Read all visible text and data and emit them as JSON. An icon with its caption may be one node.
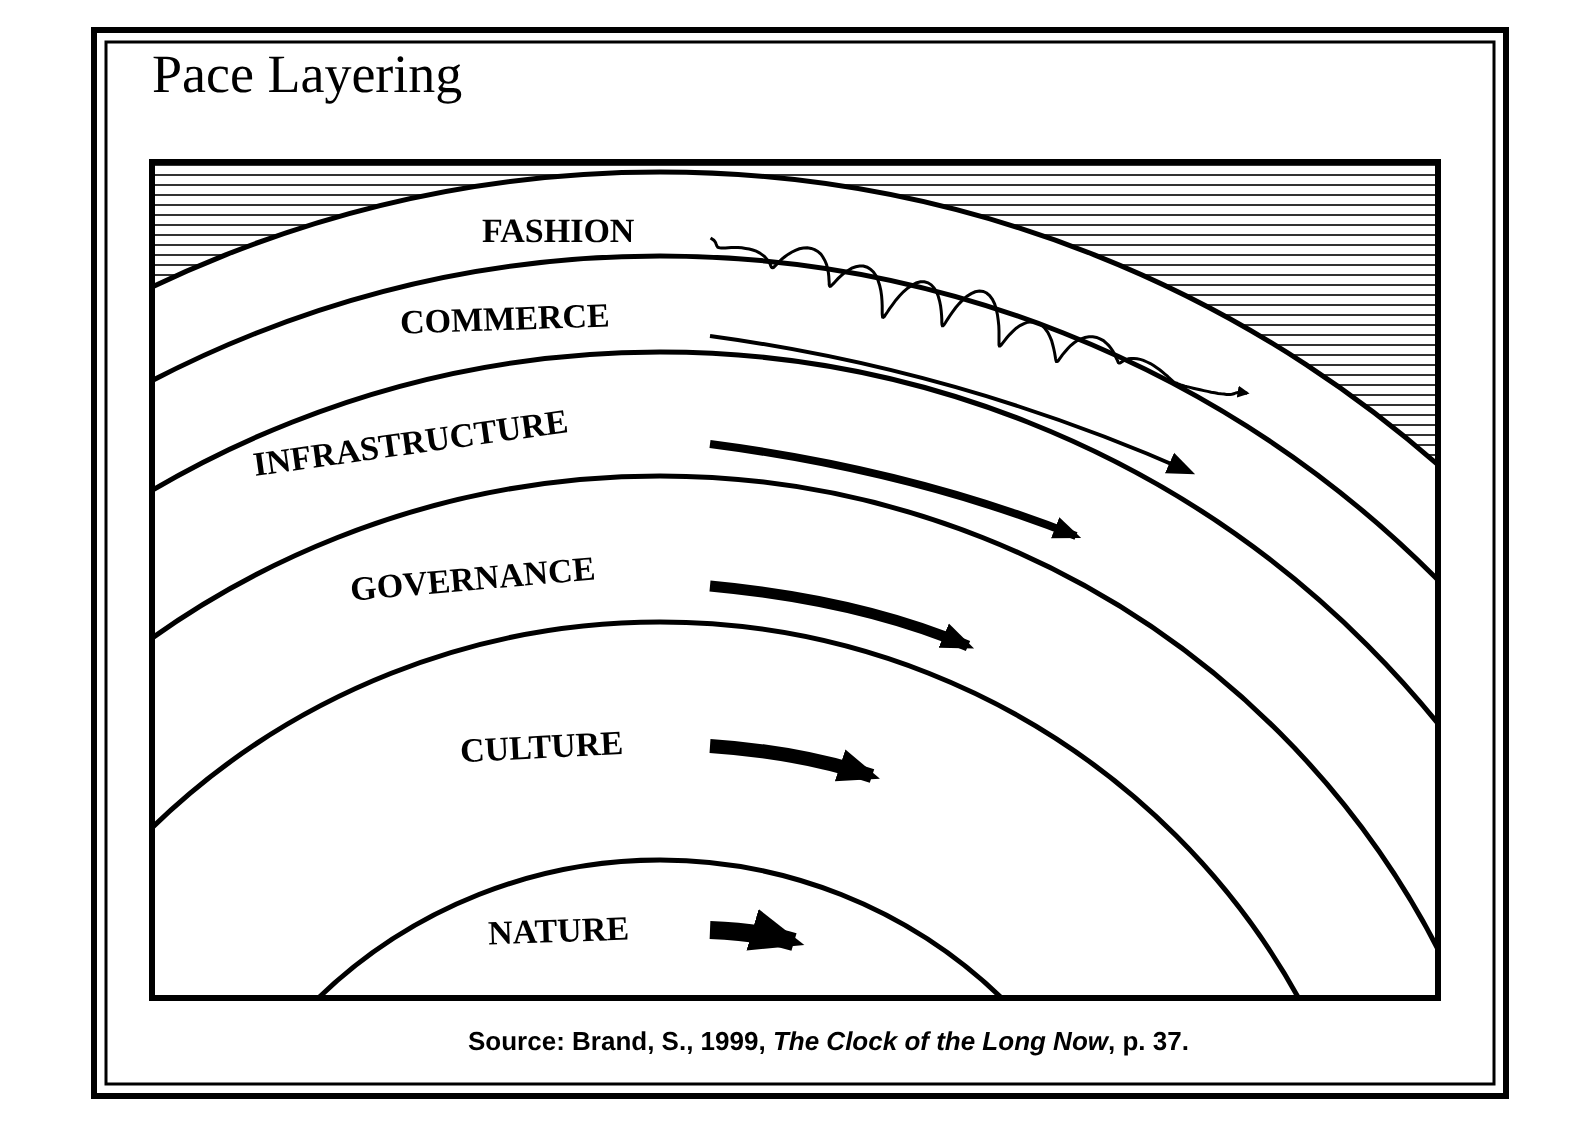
{
  "diagram": {
    "title": "Pace Layering",
    "caption": "Source: Brand, S., 1999, *The Clock of the Long Now*, p. 37.",
    "nodes": [
      {
        "text": [
          "FASHION"
        ]
      },
      {
        "text": [
          "COMMERCE"
        ]
      },
      {
        "text": [
          "INFRASTRUCTURE"
        ]
      },
      {
        "text": [
          "GOVERNANCE"
        ]
      },
      {
        "text": [
          "CULTURE"
        ]
      },
      {
        "text": [
          "NATURE"
        ]
      }
    ],
    "edges": []
  }
}
